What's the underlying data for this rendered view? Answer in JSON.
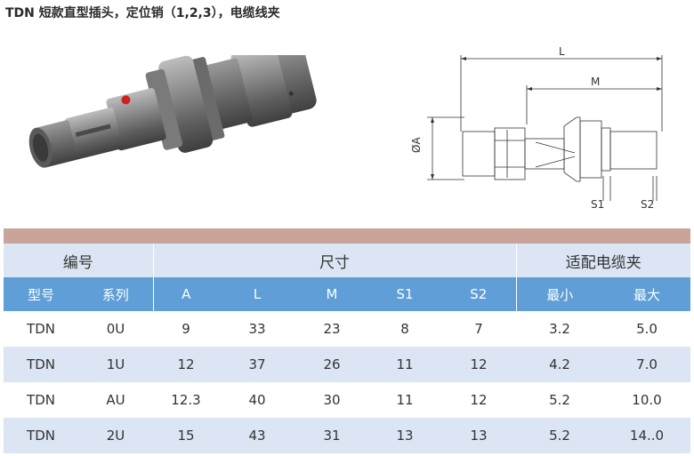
{
  "title": "TDN 短款直型插头，定位销（1,2,3），电缆线夹",
  "drawing_labels": {
    "L": "L",
    "M": "M",
    "A": "ØA",
    "S1": "S1",
    "S2": "S2"
  },
  "table": {
    "group_headers": [
      "编号",
      "尺寸",
      "适配电缆夹"
    ],
    "columns": [
      "型号",
      "系列",
      "A",
      "L",
      "M",
      "S1",
      "S2",
      "最小",
      "最大"
    ],
    "rows": [
      [
        "TDN",
        "0U",
        "9",
        "33",
        "23",
        "8",
        "7",
        "3.2",
        "5.0"
      ],
      [
        "TDN",
        "1U",
        "12",
        "37",
        "26",
        "11",
        "12",
        "4.2",
        "7.0"
      ],
      [
        "TDN",
        "AU",
        "12.3",
        "40",
        "30",
        "11",
        "12",
        "5.2",
        "10.0"
      ],
      [
        "TDN",
        "2U",
        "15",
        "43",
        "31",
        "13",
        "13",
        "5.2",
        "14..0"
      ]
    ]
  },
  "colors": {
    "band": "#c9a49b",
    "header_blue": "#5f9ed6",
    "light_blue": "#dbe5f3",
    "marker_red": "#cc2222"
  }
}
